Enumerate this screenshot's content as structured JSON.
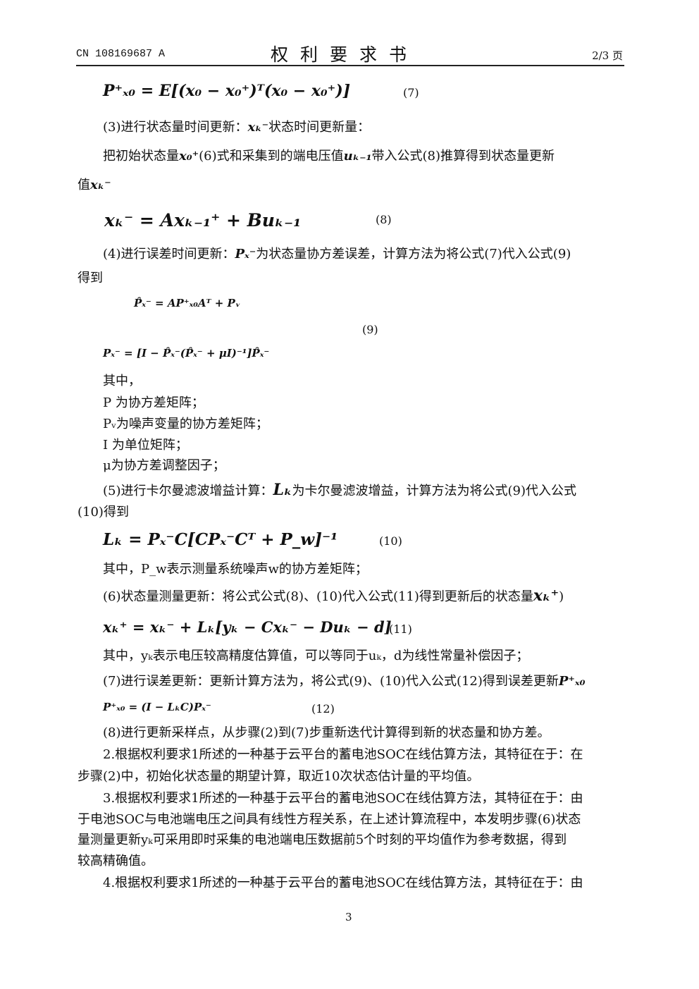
{
  "header": {
    "doc_number": "CN 108169687 A",
    "title": "权利要求书",
    "page_indicator": "2/3 页"
  },
  "lines": {
    "eq7": "P⁺ₓ₀ = E[(x₀ − x₀⁺)ᵀ(x₀ − x₀⁺)]",
    "eq7_num": "(7)",
    "l1_a": "(3)进行状态量时间更新：",
    "l1_sym": "xₖ⁻",
    "l1_b": "状态时间更新量：",
    "l2_a": "把初始状态量",
    "l2_sym1": "x₀⁺",
    "l2_b": "(6)式和采集到的端电压值",
    "l2_sym2": "uₖ₋₁",
    "l2_c": "带入公式(8)推算得到状态量更新",
    "l3_a": "值",
    "l3_sym": "xₖ⁻",
    "eq8": "xₖ⁻ = Axₖ₋₁⁺ + Buₖ₋₁",
    "eq8_num": "(8)",
    "l4_a": "(4)进行误差时间更新：",
    "l4_sym": "Pₓ⁻",
    "l4_b": "为状态量协方差误差，计算方法为将公式(7)代入公式(9)",
    "l5": "得到",
    "eq9a": "P̂ₓ⁻ = AP⁺ₓ₀Aᵀ + Pᵥ",
    "eq9_num": "(9)",
    "eq9b": "Pₓ⁻ = [I − P̂ₓ⁻(P̂ₓ⁻ + μI)⁻¹]P̂ₓ⁻",
    "l6": "其中，",
    "l7": "P 为协方差矩阵；",
    "l8": "Pᵥ为噪声变量的协方差矩阵；",
    "l9": "I 为单位矩阵；",
    "l10": "μ为协方差调整因子；",
    "l11_a": "(5)进行卡尔曼滤波增益计算：",
    "l11_sym": "Lₖ",
    "l11_b": "为卡尔曼滤波增益，计算方法为将公式(9)代入公式",
    "l12": "(10)得到",
    "eq10": "Lₖ = Pₓ⁻C[CPₓ⁻Cᵀ + P_w]⁻¹",
    "eq10_num": "(10)",
    "l13": "其中，P_w表示测量系统噪声w的协方差矩阵；",
    "l14_a": "(6)状态量测量更新：将公式公式(8)、(10)代入公式(11)得到更新后的状态量",
    "l14_sym": "xₖ⁺",
    "l14_b": ")",
    "eq11": "xₖ⁺ = xₖ⁻ + Lₖ[yₖ − Cxₖ⁻ − Duₖ − d]",
    "eq11_num": "(11)",
    "l15": "其中，yₖ表示电压较高精度估算值，可以等同于uₖ，d为线性常量补偿因子；",
    "l16_a": "(7)进行误差更新：更新计算方法为，将公式(9)、(10)代入公式(12)得到误差更新",
    "l16_sym": "P⁺ₓ₀",
    "eq12": "P⁺ₓ₀ = (I − LₖC)Pₓ⁻",
    "eq12_num": "(12)",
    "l17": "(8)进行更新采样点，从步骤(2)到(7)步重新迭代计算得到新的状态量和协方差。",
    "l18": "2.根据权利要求1所述的一种基于云平台的蓄电池SOC在线估算方法，其特征在于：在",
    "l19": "步骤(2)中，初始化状态量的期望计算，取近10次状态估计量的平均值。",
    "l20": "3.根据权利要求1所述的一种基于云平台的蓄电池SOC在线估算方法，其特征在于：由",
    "l21": "于电池SOC与电池端电压之间具有线性方程关系，在上述计算流程中，本发明步骤(6)状态",
    "l22": "量测量更新yₖ可采用即时采集的电池端电压数据前5个时刻的平均值作为参考数据，得到",
    "l23": "较高精确值。",
    "l24": "4.根据权利要求1所述的一种基于云平台的蓄电池SOC在线估算方法，其特征在于：由"
  },
  "footer": {
    "page_number": "3"
  }
}
